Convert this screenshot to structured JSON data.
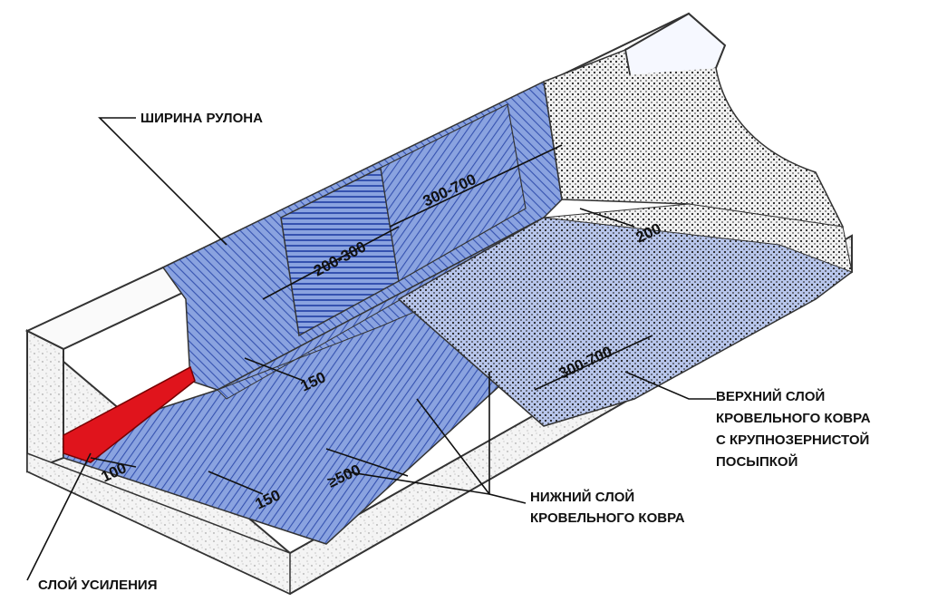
{
  "labels": {
    "roll_width": "ШИРИНА РУЛОНА",
    "reinforcement_layer": "СЛОЙ УСИЛЕНИЯ",
    "lower_layer_line1": "НИЖНИЙ СЛОЙ",
    "lower_layer_line2": "КРОВЕЛЬНОГО КОВРА",
    "upper_layer_line1": "ВЕРХНИЙ СЛОЙ",
    "upper_layer_line2": "КРОВЕЛЬНОГО КОВРА",
    "upper_layer_line3": "С  КРУПНОЗЕРНИСТОЙ",
    "upper_layer_line4": "ПОСЫПКОЙ"
  },
  "dimensions": {
    "overlap_100": "100",
    "overlap_150_bottom": "150",
    "overlap_150_mid": "150",
    "overlap_min_500": "≥500",
    "overlap_200_300": "200-300",
    "overlap_300_700_top": "300-700",
    "overlap_300_700_floor": "300-700",
    "overlap_200": "200"
  },
  "colors": {
    "membrane_blue": "#6f8fd6",
    "membrane_dark": "#3552b0",
    "reinforcement_red": "#e0141c",
    "concrete_gray": "#eeeeee",
    "topcoat_gray": "#d9d9d9"
  }
}
